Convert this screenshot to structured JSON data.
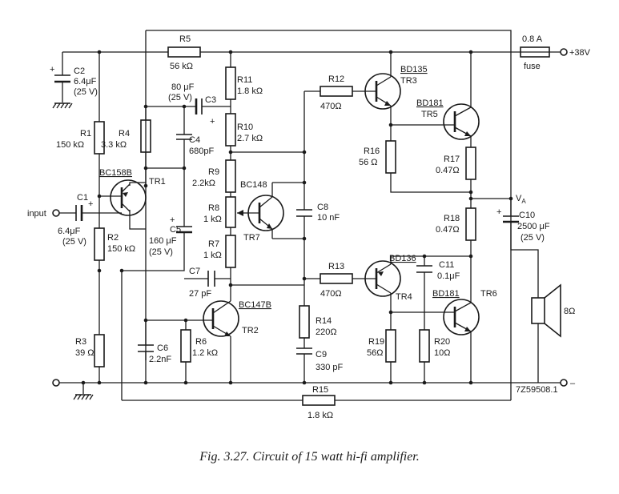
{
  "caption": "Fig. 3.27. Circuit of 15 watt hi-fi amplifier.",
  "drawing_code": "7Z59508.1",
  "supply": {
    "voltage": "+38V",
    "fuse_rating": "0.8 A",
    "fuse_label": "fuse"
  },
  "io": {
    "input": "input",
    "output_node": "V",
    "output_node_sub": "A",
    "speaker": "8Ω",
    "ground_sign": "–"
  },
  "resistors": {
    "R1": {
      "ref": "R1",
      "value": "150 kΩ"
    },
    "R2": {
      "ref": "R2",
      "value": "150 kΩ"
    },
    "R3": {
      "ref": "R3",
      "value": "39 Ω"
    },
    "R4": {
      "ref": "R4",
      "value": "3.3 kΩ"
    },
    "R5": {
      "ref": "R5",
      "value": "56 kΩ"
    },
    "R6": {
      "ref": "R6",
      "value": "1.2 kΩ"
    },
    "R7": {
      "ref": "R7",
      "value": "1 kΩ"
    },
    "R8": {
      "ref": "R8",
      "value": "1 kΩ"
    },
    "R9": {
      "ref": "R9",
      "value": "2.2kΩ"
    },
    "R10": {
      "ref": "R10",
      "value": "2.7 kΩ"
    },
    "R11": {
      "ref": "R11",
      "value": "1.8 kΩ"
    },
    "R12": {
      "ref": "R12",
      "value": "470Ω"
    },
    "R13": {
      "ref": "R13",
      "value": "470Ω"
    },
    "R14": {
      "ref": "R14",
      "value": "220Ω"
    },
    "R15": {
      "ref": "R15",
      "value": "1.8 kΩ"
    },
    "R16": {
      "ref": "R16",
      "value": "56 Ω"
    },
    "R17": {
      "ref": "R17",
      "value": "0.47Ω"
    },
    "R18": {
      "ref": "R18",
      "value": "0.47Ω"
    },
    "R19": {
      "ref": "R19",
      "value": "56Ω"
    },
    "R20": {
      "ref": "R20",
      "value": "10Ω"
    }
  },
  "capacitors": {
    "C1": {
      "ref": "C1",
      "value": "6.4μF",
      "rating": "(25 V)"
    },
    "C2": {
      "ref": "C2",
      "value": "6.4μF",
      "rating": "(25 V)"
    },
    "C3": {
      "ref": "C3",
      "value": "80 μF",
      "rating": "(25 V)"
    },
    "C4": {
      "ref": "C4",
      "value": "680pF"
    },
    "C5": {
      "ref": "C5",
      "value": "160 μF",
      "rating": "(25 V)"
    },
    "C6": {
      "ref": "C6",
      "value": "2.2nF"
    },
    "C7": {
      "ref": "C7",
      "value": "27 pF"
    },
    "C8": {
      "ref": "C8",
      "value": "10 nF"
    },
    "C9": {
      "ref": "C9",
      "value": "330 pF"
    },
    "C10": {
      "ref": "C10",
      "value": "2500 μF",
      "rating": "(25 V)"
    },
    "C11": {
      "ref": "C11",
      "value": "0.1μF"
    }
  },
  "transistors": {
    "TR1": {
      "ref": "TR1",
      "type": "BC158B"
    },
    "TR2": {
      "ref": "TR2",
      "type": "BC147B"
    },
    "TR3": {
      "ref": "TR3",
      "type": "BD135"
    },
    "TR4": {
      "ref": "TR4",
      "type": "BD136"
    },
    "TR5": {
      "ref": "TR5",
      "type": "BD181"
    },
    "TR6": {
      "ref": "TR6",
      "type": "BD181"
    },
    "TR7": {
      "ref": "TR7",
      "type": "BC148"
    }
  },
  "polarity": "+"
}
